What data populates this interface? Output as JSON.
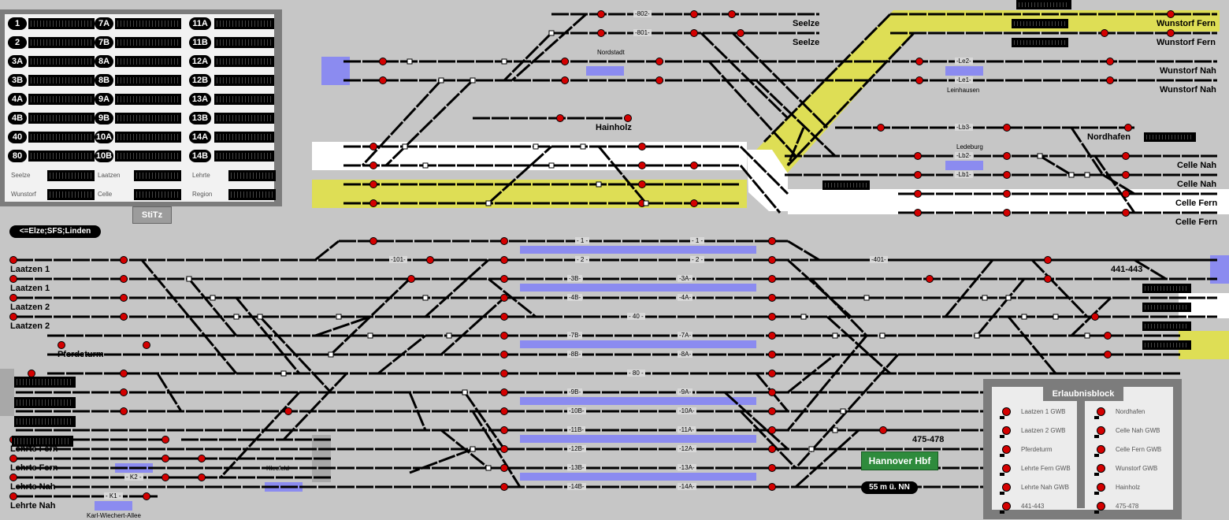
{
  "title": "Hannover Hbf",
  "height_label": "55 m ü. NN",
  "stitz_button": "StiTz",
  "nav_pill": "<=Elze;SFS;Linden",
  "routes_panel": {
    "buttons": [
      [
        "1",
        "7A",
        "11A"
      ],
      [
        "2",
        "7B",
        "11B"
      ],
      [
        "3A",
        "8A",
        "12A"
      ],
      [
        "3B",
        "8B",
        "12B"
      ],
      [
        "4A",
        "9A",
        "13A"
      ],
      [
        "4B",
        "9B",
        "13B"
      ],
      [
        "40",
        "10A",
        "14A"
      ],
      [
        "80",
        "10B",
        "14B"
      ]
    ],
    "bottom": [
      [
        "Seelze",
        "Laatzen",
        "Lehrte"
      ],
      [
        "Wunstorf",
        "Celle",
        "Region"
      ]
    ]
  },
  "erlaubnis": {
    "title": "Erlaubnisblock",
    "left": [
      "Laatzen 1 GWB",
      "Laatzen 2 GWB",
      "Pferdeturm",
      "Lehrte Fern GWB",
      "Lehrte Nah GWB",
      "441-443"
    ],
    "right": [
      "Nordhafen",
      "Celle Nah GWB",
      "Celle Fern GWB",
      "Wunstorf GWB",
      "Hainholz",
      "475-478"
    ]
  },
  "stations": {
    "seelze1": "Seelze",
    "seelze2": "Seelze",
    "wunstorf_fern1": "Wunstorf Fern",
    "wunstorf_fern2": "Wunstorf Fern",
    "wunstorf_nah1": "Wunstorf Nah",
    "wunstorf_nah2": "Wunstorf Nah",
    "hainholz": "Hainholz",
    "nordhafen": "Nordhafen",
    "celle_nah1": "Celle Nah",
    "celle_nah2": "Celle Nah",
    "celle_fern1": "Celle Fern",
    "celle_fern2": "Celle Fern",
    "laatzen1a": "Laatzen 1",
    "laatzen1b": "Laatzen 1",
    "laatzen2a": "Laatzen 2",
    "laatzen2b": "Laatzen 2",
    "pferdeturm": "Pferdeturm",
    "lehrte_fern1": "Lehrte Fern",
    "lehrte_fern2": "Lehrte Fern",
    "lehrte_nah1": "Lehrte Nah",
    "lehrte_nah2": "Lehrte Nah",
    "r441": "441-443",
    "r475": "475-478"
  },
  "small_labels": {
    "nordstadt": "Nordstadt",
    "leinhausen": "Leinhausen",
    "ledeburg": "Ledeburg",
    "kleefeld": "Kleefeld",
    "karl": "Karl-Wiechert-Allee"
  },
  "tracks": {
    "t802": "-802-",
    "t801": "-801-",
    "le2": "-Le2-",
    "le1": "-Le1-",
    "lb3": "-Lb3-",
    "lb2": "-Lb2-",
    "lb1": "-Lb1-",
    "t101": "-101-",
    "t401": "-401-",
    "k2": "- K2 -",
    "k1": "- K1 -",
    "p1w": "- 1 -",
    "p1e": "- 1 -",
    "p2w": "- 2 -",
    "p2e": "- 2 -",
    "p3bw": "-3B-",
    "p3ae": "-3A-",
    "p4bw": "-4B-",
    "p4ae": "-4A-",
    "p40": "- 40 -",
    "p7bw": "-7B-",
    "p7ae": "-7A-",
    "p8bw": "-8B-",
    "p8ae": "-8A-",
    "p80": "- 80 -",
    "p9bw": "-9B-",
    "p9ae": "-9A-",
    "p10bw": "-10B-",
    "p10ae": "-10A-",
    "p11bw": "-11B-",
    "p11ae": "-11A-",
    "p12bw": "-12B-",
    "p12ae": "-12A-",
    "p13bw": "-13B-",
    "p13ae": "-13A-",
    "p14bw": "-14B-",
    "p14ae": "-14A-"
  },
  "colors": {
    "background": "#c6c6c6",
    "track": "#000000",
    "signal": "#d40000",
    "highlight_yellow": "#dede55",
    "highlight_blue": "#8b8bf0",
    "highlight_white": "#ffffff",
    "hbf_button": "#2e8b3c"
  }
}
